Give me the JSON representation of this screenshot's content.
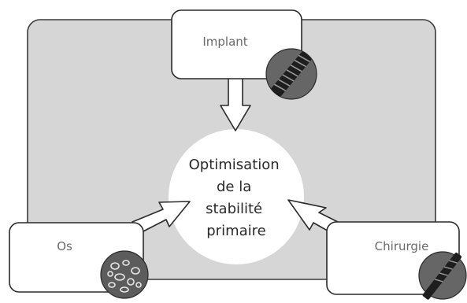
{
  "diagram": {
    "boxes": {
      "implant": {
        "label": "Implant",
        "icon": "dental-implant-screw-icon"
      },
      "bone": {
        "label": "Os",
        "icon": "bone-trabecular-texture-icon"
      },
      "surgery": {
        "label": "Chirurgie",
        "icon": "surgical-drill-icon"
      }
    },
    "center": {
      "lines": [
        "Optimisation",
        "de la",
        "stabilité",
        "primaire"
      ]
    },
    "colors": {
      "panel_fill": "#d6d6d6",
      "panel_stroke": "#3a3a3a",
      "box_fill": "#ffffff",
      "box_stroke": "#2a2a2a",
      "circle_fill": "#ffffff",
      "arrow_fill": "#ffffff",
      "arrow_stroke": "#2a2a2a",
      "icon_disc": "#666666",
      "icon_dark": "#1e1e1e"
    }
  }
}
